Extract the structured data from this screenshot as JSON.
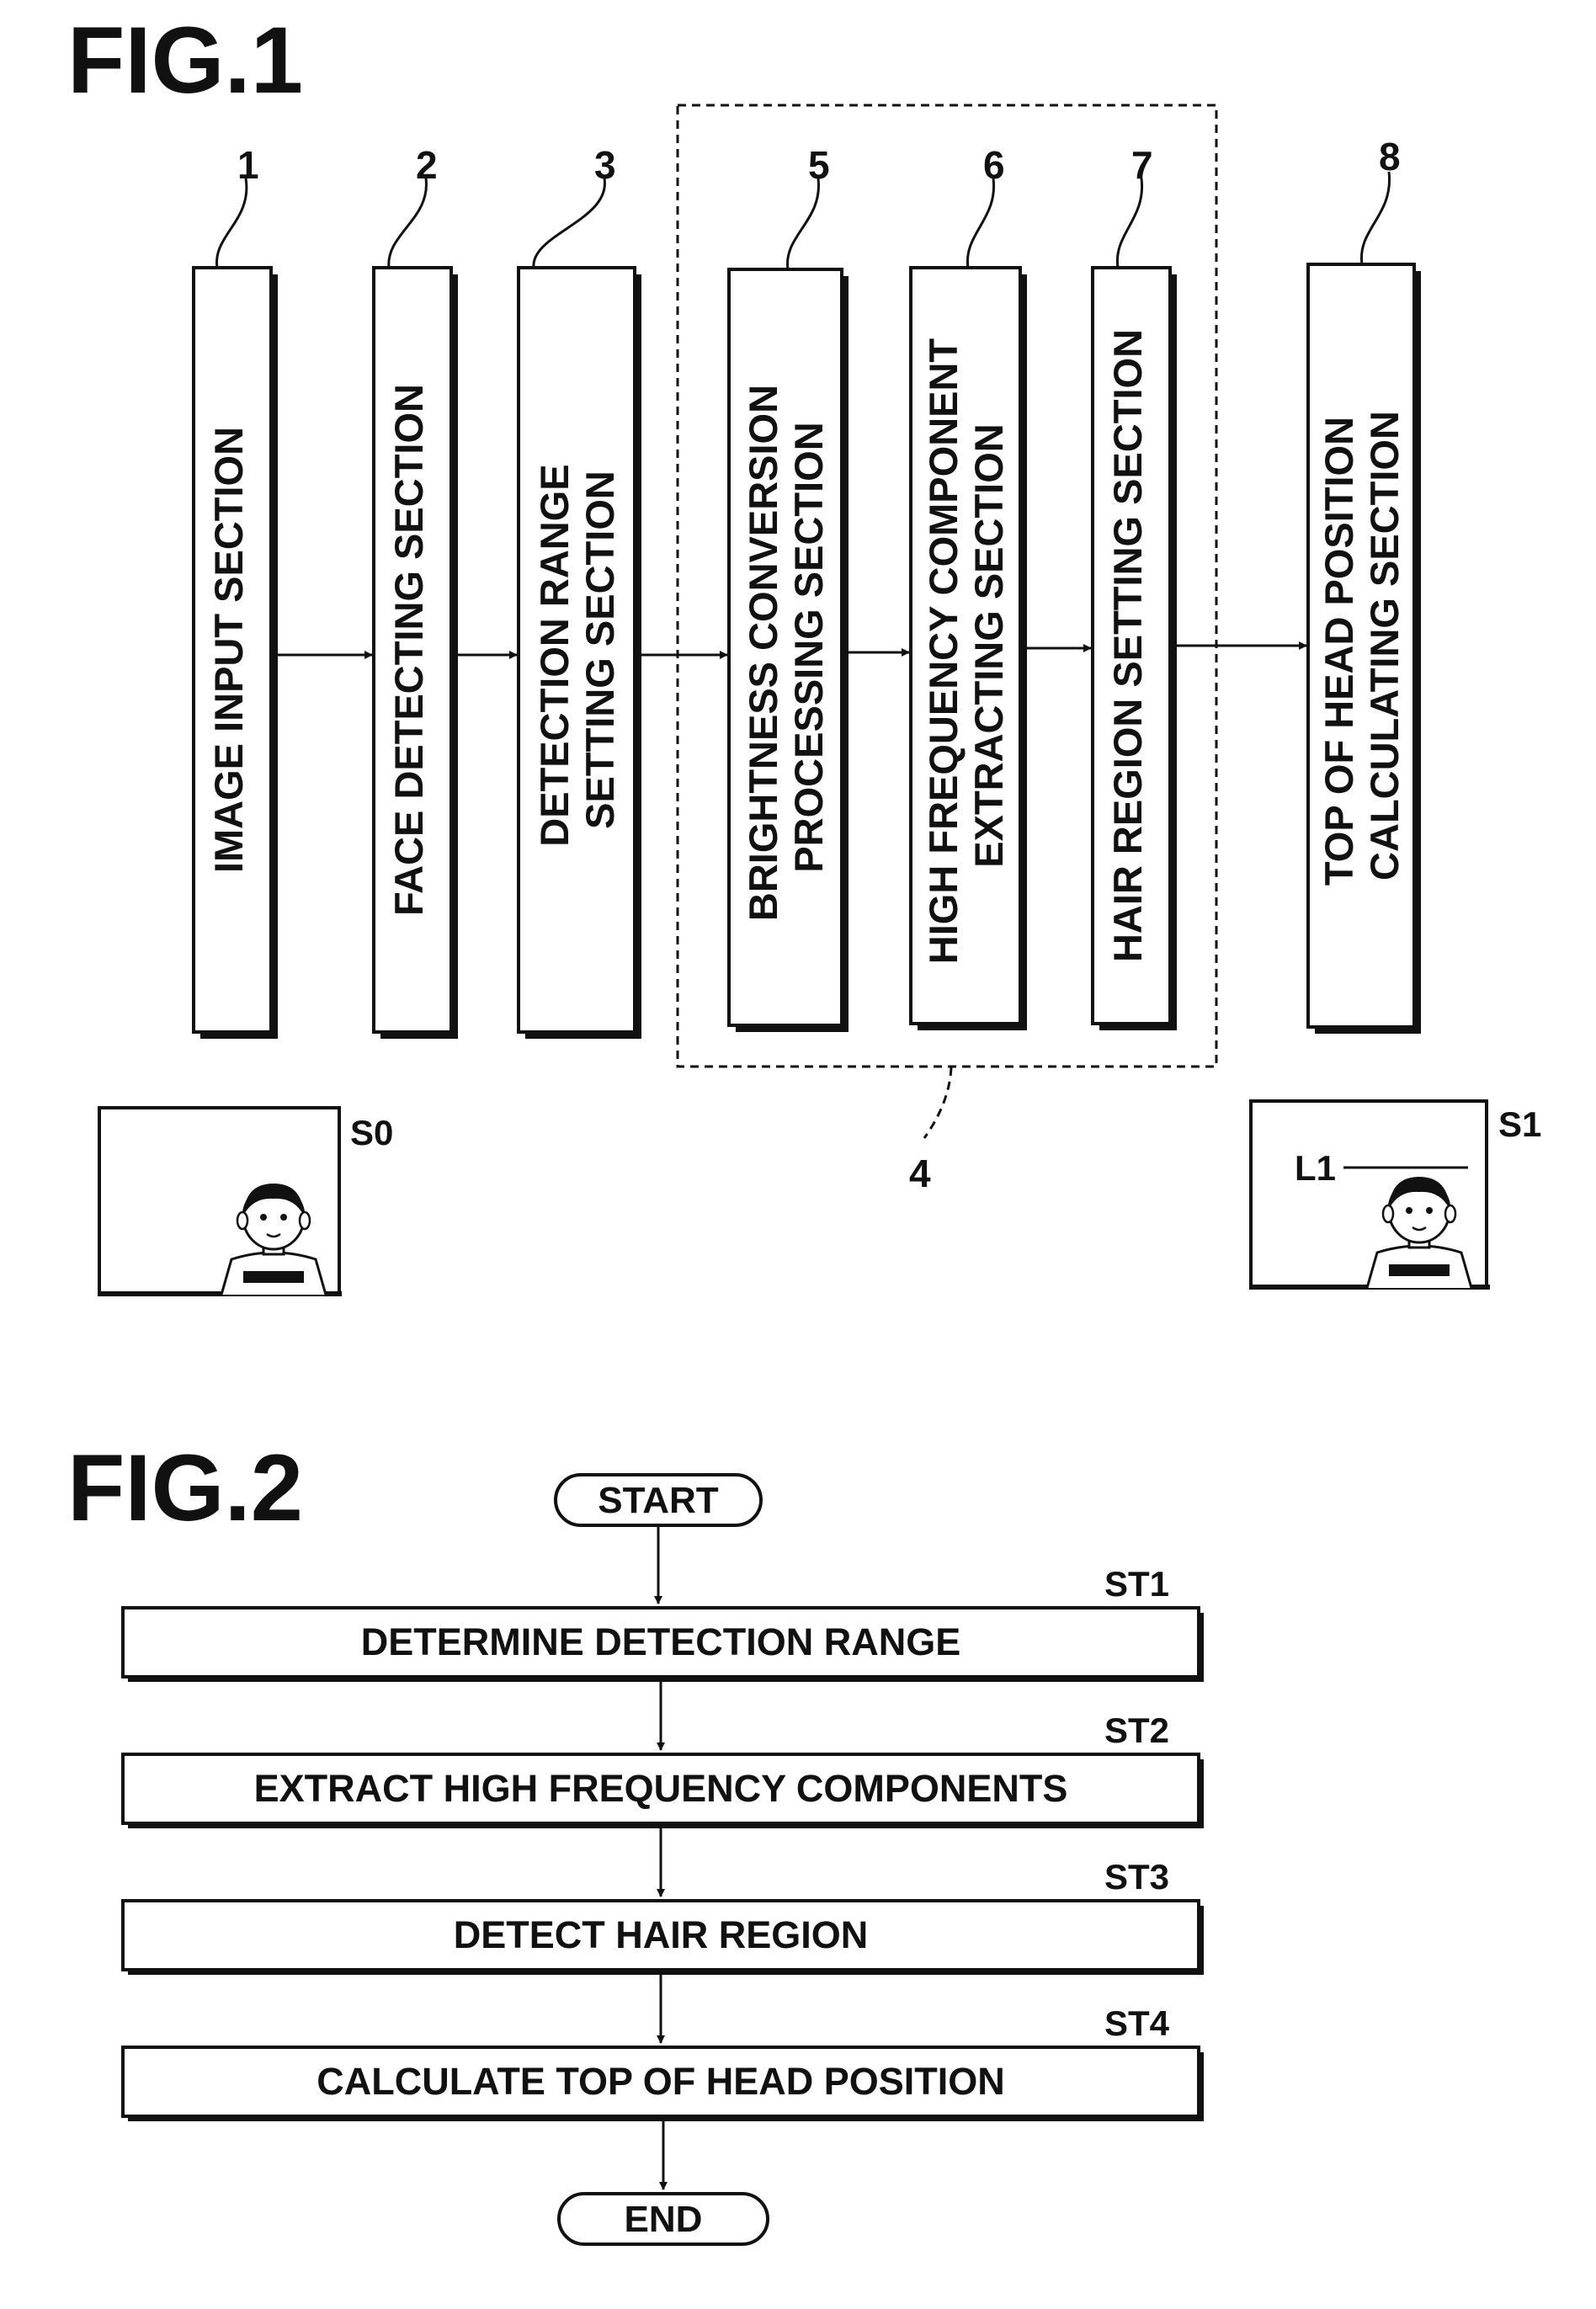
{
  "figure1": {
    "title": "FIG.1",
    "blocks": [
      {
        "ref": "1",
        "lines": [
          "IMAGE INPUT SECTION"
        ]
      },
      {
        "ref": "2",
        "lines": [
          "FACE DETECTING SECTION"
        ]
      },
      {
        "ref": "3",
        "lines": [
          "DETECTION RANGE",
          "SETTING SECTION"
        ]
      },
      {
        "ref": "5",
        "lines": [
          "BRIGHTNESS CONVERSION",
          "PROCESSING SECTION"
        ]
      },
      {
        "ref": "6",
        "lines": [
          "HIGH FREQUENCY COMPONENT",
          "EXTRACTING SECTION"
        ]
      },
      {
        "ref": "7",
        "lines": [
          "HAIR REGION SETTING SECTION"
        ]
      },
      {
        "ref": "8",
        "lines": [
          "TOP OF HEAD POSITION",
          "CALCULATING SECTION"
        ]
      }
    ],
    "group_ref": "4",
    "input_image_label": "S0",
    "output_image_label": "S1",
    "output_line_label": "L1"
  },
  "figure2": {
    "title": "FIG.2",
    "start": "START",
    "end": "END",
    "steps": [
      {
        "id": "ST1",
        "text": "DETERMINE DETECTION RANGE"
      },
      {
        "id": "ST2",
        "text": "EXTRACT HIGH FREQUENCY COMPONENTS"
      },
      {
        "id": "ST3",
        "text": "DETECT HAIR REGION"
      },
      {
        "id": "ST4",
        "text": "CALCULATE TOP OF HEAD POSITION"
      }
    ]
  }
}
